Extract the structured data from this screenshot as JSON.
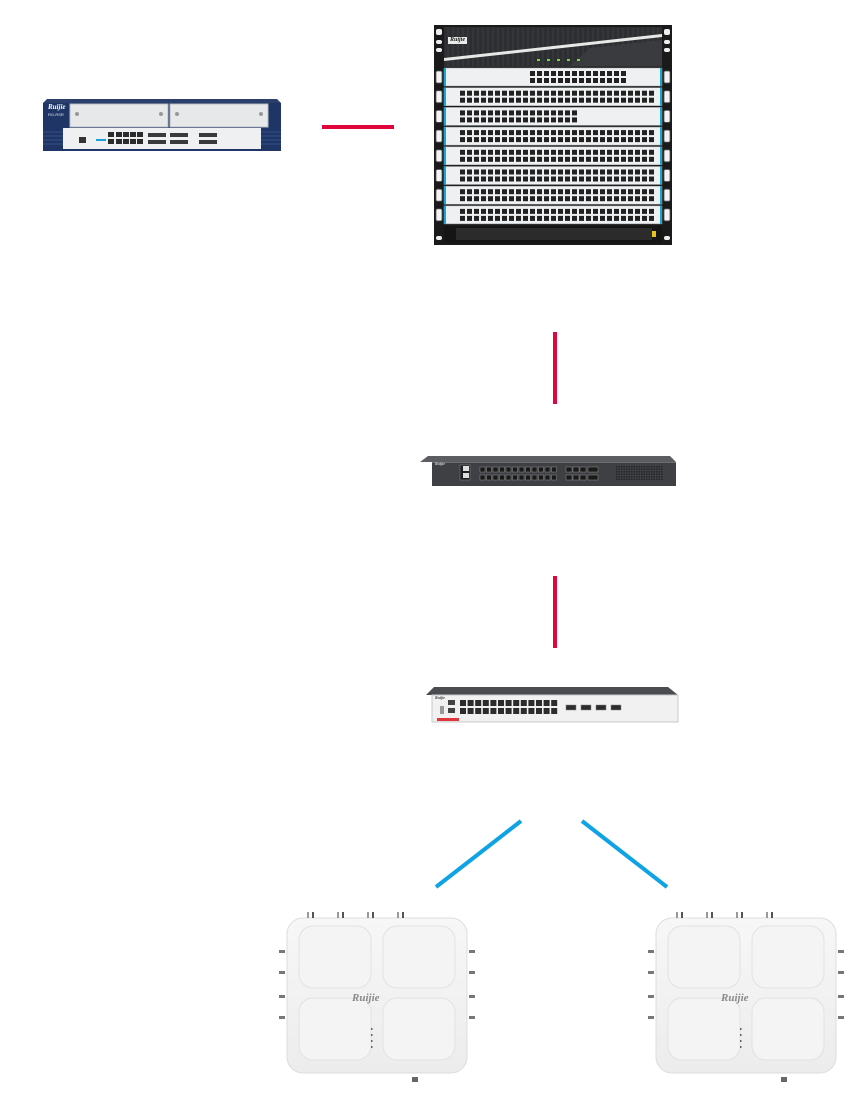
{
  "diagram": {
    "type": "network-topology",
    "link_colors": {
      "wired": "#e0063b",
      "wireless": "#10a3e4"
    },
    "nodes": [
      {
        "id": "router",
        "kind": "egress-router",
        "brand": "Ruijie",
        "model_label": "RG-RSR series"
      },
      {
        "id": "core-switch",
        "kind": "modular-chassis-core-switch",
        "brand": "Ruijie",
        "line_cards": 8
      },
      {
        "id": "aggregation-switch",
        "kind": "fiber-aggregation-switch",
        "brand": "Ruijie"
      },
      {
        "id": "access-switch",
        "kind": "access-poe-switch",
        "brand": "Ruijie"
      },
      {
        "id": "ap-left",
        "kind": "outdoor-access-point",
        "brand": "Ruijie"
      },
      {
        "id": "ap-right",
        "kind": "outdoor-access-point",
        "brand": "Ruijie"
      }
    ],
    "links": [
      {
        "from": "router",
        "to": "core-switch",
        "type": "wired"
      },
      {
        "from": "core-switch",
        "to": "aggregation-switch",
        "type": "wired"
      },
      {
        "from": "aggregation-switch",
        "to": "access-switch",
        "type": "wired"
      },
      {
        "from": "access-switch",
        "to": "ap-left",
        "type": "wireless"
      },
      {
        "from": "access-switch",
        "to": "ap-right",
        "type": "wireless"
      }
    ]
  },
  "labels": {
    "router_brand": "Ruijie",
    "router_model": "RG-RSR",
    "core_brand": "Ruijie",
    "agg_brand": "Ruijie",
    "access_brand": "Ruijie",
    "ap_left_brand": "Ruijie",
    "ap_right_brand": "Ruijie"
  }
}
